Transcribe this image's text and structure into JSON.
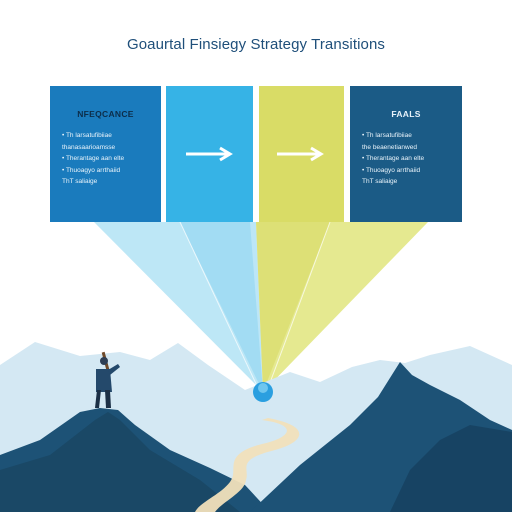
{
  "title": "Goaurtal Finsiegy Strategy Transitions",
  "panels": {
    "left": {
      "heading": "NFEQCANCE",
      "bullets": [
        "• Th larsatufibiiae",
        "  thanasaarioamsse",
        "• Therantage aan elte",
        "• Thuoagyo arrthaiid",
        "  ThT saliaige"
      ]
    },
    "right": {
      "heading": "FAALS",
      "bullets": [
        "• Th larsatufibiiae",
        "  the beaenetianwed",
        "• Therantage aan elte",
        "• Thuoagyo arrthaiid",
        "  ThT saliaige"
      ]
    }
  },
  "icons": [
    "arrow-right-icon",
    "arrow-right-icon",
    "hiker-figure",
    "mountains",
    "winding-path"
  ],
  "colors": {
    "title": "#1f4f7a",
    "panel_blue": "#1a7bbd",
    "panel_cyan": "#36b3e6",
    "panel_yellow": "#d9dc66",
    "panel_navy": "#1b5b86",
    "mountain_dark": "#1c4f73",
    "mountain_light": "#cfe3ef",
    "path": "#efdcb5"
  }
}
